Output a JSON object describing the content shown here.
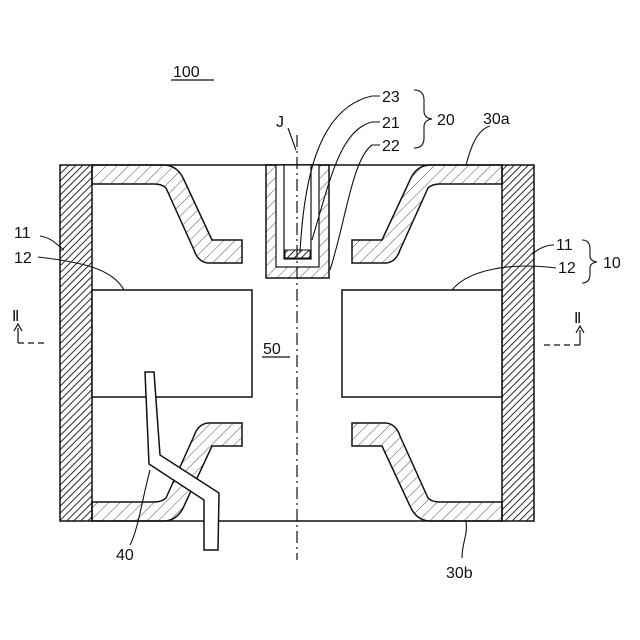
{
  "figure": {
    "title_ref": "100",
    "labels": {
      "axis_j": "J",
      "sensor_group": "20",
      "sensor_body": "21",
      "sensor_cover": "22",
      "sensor_element": "23",
      "bracket_top": "30a",
      "bracket_bottom": "30b",
      "housing_group": "10",
      "housing_left": "11",
      "housing_right": "11",
      "magnet_left": "12",
      "magnet_right": "12",
      "lead": "40",
      "core": "50",
      "section_left": "Ⅱ",
      "section_right": "Ⅱ"
    }
  }
}
